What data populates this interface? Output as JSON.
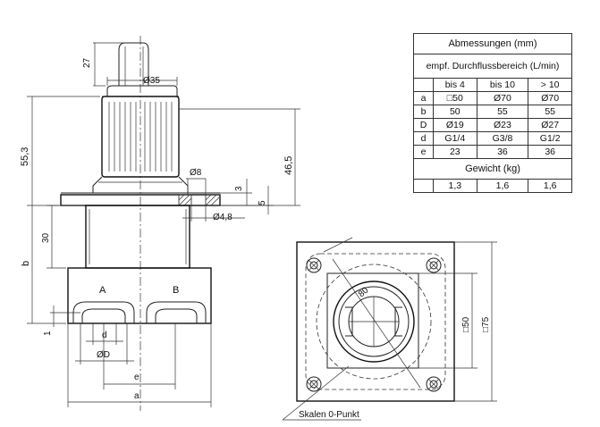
{
  "table": {
    "title": "Abmessungen (mm)",
    "subtitle": "empf. Durchflussbereich (L/min)",
    "columns": [
      "bis 4",
      "bis 10",
      "> 10"
    ],
    "rows": [
      {
        "key": "a",
        "values": [
          "□50",
          "Ø70",
          "Ø70"
        ]
      },
      {
        "key": "b",
        "values": [
          "50",
          "55",
          "55"
        ]
      },
      {
        "key": "D",
        "values": [
          "Ø19",
          "Ø23",
          "Ø27"
        ]
      },
      {
        "key": "d",
        "values": [
          "G1/4",
          "G3/8",
          "G1/2"
        ]
      },
      {
        "key": "e",
        "values": [
          "23",
          "36",
          "36"
        ]
      }
    ],
    "weight_label": "Gewicht (kg)",
    "weights": [
      "1,3",
      "1,6",
      "1,6"
    ]
  },
  "side_view": {
    "dim_27": "27",
    "dim_d35": "Ø35",
    "dim_55_3": "55,3",
    "dim_46_5": "46,5",
    "dim_d8": "Ø8",
    "dim_3": "3",
    "dim_5": "5",
    "dim_d4_8": "Ø4,8",
    "dim_30": "30",
    "dim_b": "b",
    "dim_1": "1",
    "port_a": "A",
    "port_b": "B",
    "dim_d": "d",
    "dim_dD": "ØD",
    "dim_e": "e",
    "dim_a": "a"
  },
  "top_view": {
    "dim_80": "80",
    "dim_sq50": "□50",
    "dim_sq75": "□75",
    "zero_point_label": "Skalen 0-Punkt"
  }
}
